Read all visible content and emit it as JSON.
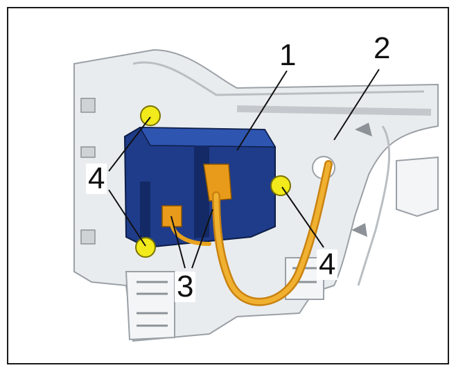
{
  "callouts": {
    "c1": "1",
    "c2": "2",
    "c3": "3",
    "c4_left": "4",
    "c4_right": "4"
  },
  "colors": {
    "module": "#1f3c8a",
    "module_dark": "#132a66",
    "connector": "#e89a1a",
    "cable": "#e8a21c",
    "bolt": "#f2ea1a",
    "bracket": "#e9ecee",
    "bracket_edge": "#9aa0a6"
  },
  "icons": [
    "bolt-icon",
    "connector-icon"
  ]
}
